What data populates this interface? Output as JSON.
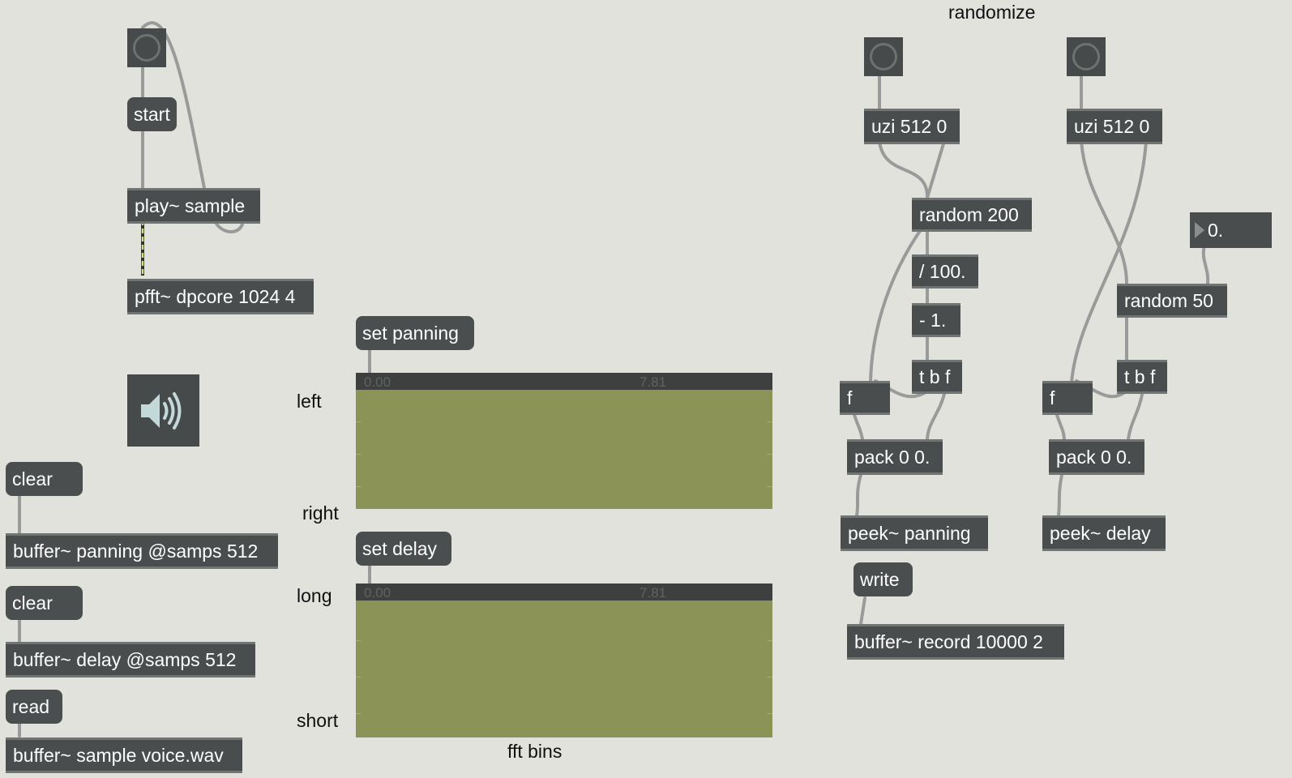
{
  "window": {
    "background": "#e2e2dd"
  },
  "playback": {
    "start_msg": "start",
    "play_obj": "play~ sample",
    "pfft_obj": "pfft~ dpcore 1024 4"
  },
  "dac": {
    "icon": "speaker-icon"
  },
  "buffers": {
    "clear1_msg": "clear",
    "panning_buffer": "buffer~ panning @samps 512",
    "clear2_msg": "clear",
    "delay_buffer": "buffer~ delay @samps 512",
    "read_msg": "read",
    "sample_buffer": "buffer~ sample voice.wav"
  },
  "panning_editor": {
    "set_msg": "set panning",
    "top_label": "left",
    "bottom_label": "right",
    "min_value": "0.00",
    "max_value": "7.81",
    "color": "#8b9356"
  },
  "delay_editor": {
    "set_msg": "set delay",
    "top_label": "long",
    "bottom_label": "short",
    "min_value": "0.00",
    "max_value": "7.81",
    "color": "#8b9356"
  },
  "xaxis_label": "fft bins",
  "randomize": {
    "title": "randomize",
    "panning": {
      "uzi": "uzi 512 0",
      "random": "random 200",
      "divide": "/ 100.",
      "minus": "- 1.",
      "trigger": "t b f",
      "float": "f",
      "pack": "pack 0 0.",
      "peek": "peek~ panning"
    },
    "delay": {
      "uzi": "uzi 512 0",
      "number_value": "0.",
      "random": "random 50",
      "trigger": "t b f",
      "float": "f",
      "pack": "pack 0 0.",
      "peek": "peek~ delay"
    },
    "write_msg": "write",
    "record_buffer": "buffer~ record 10000 2"
  }
}
